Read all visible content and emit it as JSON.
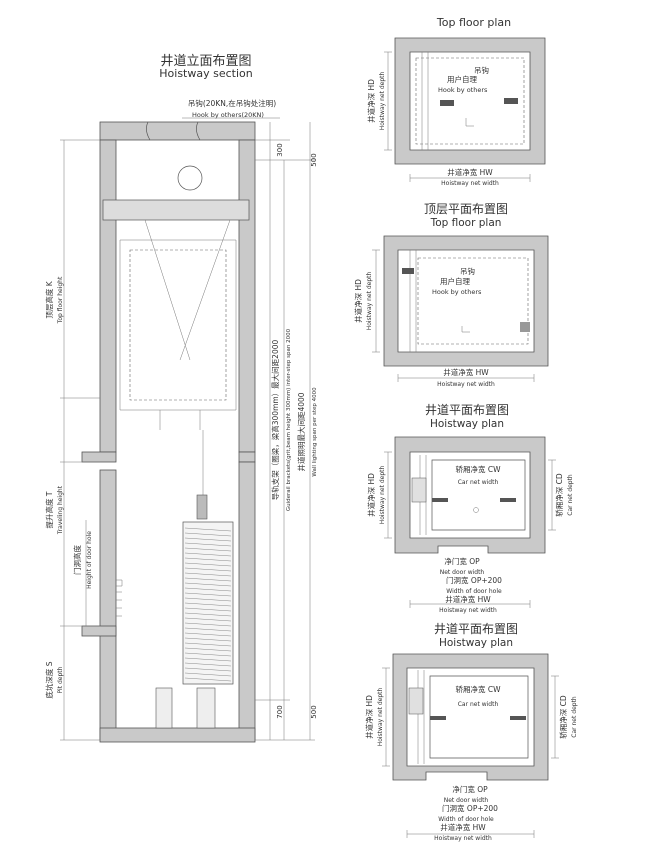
{
  "section": {
    "title_cn": "井道立面布置图",
    "title_en": "Hoistway section",
    "hook_cn": "吊钩(20KN,在吊钩处注明)",
    "hook_en": "Hook by others(20KN)",
    "top_floor_height_cn": "顶层高度 K",
    "top_floor_height_en": "Top floor height",
    "travel_height_cn": "提升高度 T",
    "travel_height_en": "Traveling height",
    "door_height_cn": "门洞高度",
    "door_height_en": "Height of door hole",
    "pit_depth_cn": "底坑深度 S",
    "pit_depth_en": "Pit depth",
    "bracket_cn": "导轨支架（圈梁，梁高300mm）最大间距2000",
    "bracket_en": "Guiderail brackets(grit,beam height 300mm) inter-step span 2000",
    "lighting_cn": "井道照明最大间距4000",
    "lighting_en": "Wall lighting span per step 4000",
    "dim_300": "300",
    "dim_500_top": "500",
    "dim_700": "700",
    "dim_500_bottom": "500"
  },
  "plan1": {
    "title_en": "Top floor plan",
    "hook_cn_1": "吊钩",
    "hook_cn_2": "用户自理",
    "hook_en": "Hook by others",
    "depth_cn": "井道净深 HD",
    "depth_en": "Hoistway net depth",
    "width_cn": "井道净宽 HW",
    "width_en": "Hoistway net width"
  },
  "plan2": {
    "title_cn": "顶层平面布置图",
    "title_en": "Top floor plan",
    "hook_cn_1": "吊钩",
    "hook_cn_2": "用户自理",
    "hook_en": "Hook by others",
    "depth_cn": "井道净深 HD",
    "depth_en": "Hoistway net depth",
    "width_cn": "井道净宽 HW",
    "width_en": "Hoistway net width"
  },
  "plan3": {
    "title_cn": "井道平面布置图",
    "title_en": "Hoistway plan",
    "car_width_cn": "轿厢净宽 CW",
    "car_width_en": "Car net width",
    "car_depth_cn": "轿厢净深 CD",
    "car_depth_en": "Car net depth",
    "depth_cn": "井道净深 HD",
    "depth_en": "Hoistway net depth",
    "door_cn": "净门宽 OP",
    "door_en": "Net door width",
    "hole_cn": "门洞宽 OP+200",
    "hole_en": "Width of door hole",
    "width_cn": "井道净宽 HW",
    "width_en": "Hoistway net width"
  },
  "plan4": {
    "title_cn": "井道平面布置图",
    "title_en": "Hoistway plan",
    "car_width_cn": "轿厢净宽 CW",
    "car_width_en": "Car net width",
    "car_depth_cn": "轿厢净深 CD",
    "car_depth_en": "Car net depth",
    "depth_cn": "井道净深 HD",
    "depth_en": "Hoistway net depth",
    "door_cn": "净门宽 OP",
    "door_en": "Net door width",
    "hole_cn": "门洞宽 OP+200",
    "hole_en": "Width of door hole",
    "width_cn": "井道净宽 HW",
    "width_en": "Hoistway net width"
  }
}
